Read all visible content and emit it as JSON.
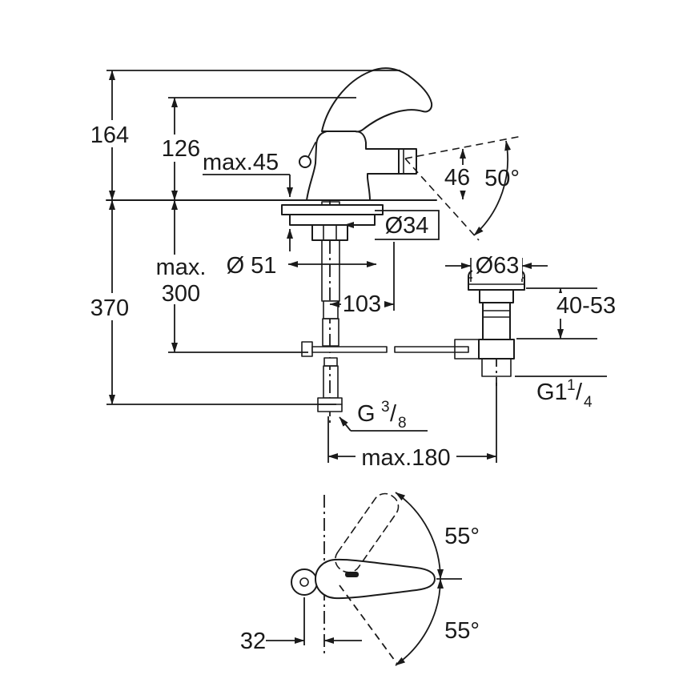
{
  "meta": {
    "type": "technical-dimension-drawing",
    "ink_color": "#1a1a1a",
    "background_color": "#ffffff"
  },
  "labels": {
    "d164": "164",
    "d126": "126",
    "max45": "max.45",
    "d46": "46",
    "a50": "50°",
    "dia34": "Ø34",
    "dia51": "Ø 51",
    "max300_line1": "max.",
    "max300_line2": "300",
    "d370": "370",
    "d103": "103",
    "dia63": "Ø63",
    "d4053": "40-53",
    "g114": {
      "base": "G1",
      "num": "1",
      "slash": "/",
      "den": "4"
    },
    "g38": {
      "base": "G",
      "num": "3",
      "slash": "/",
      "den": "8"
    },
    "max180": "max.180",
    "a55top": "55°",
    "a55bottom": "55°",
    "d32": "32"
  }
}
